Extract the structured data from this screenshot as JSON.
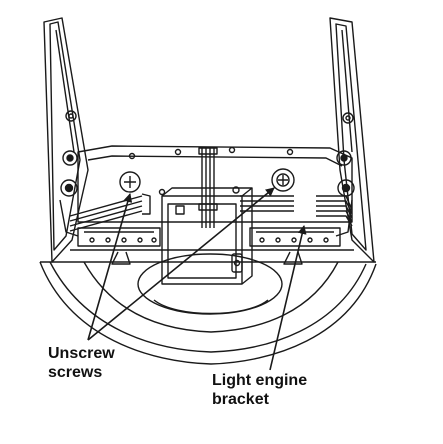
{
  "callouts": {
    "unscrew_screws": {
      "line1": "Unscrew",
      "line2": "screws"
    },
    "light_engine_bracket": {
      "line1": "Light engine",
      "line2": "bracket"
    }
  },
  "colors": {
    "line": "#1a1a1a",
    "background": "#ffffff"
  }
}
